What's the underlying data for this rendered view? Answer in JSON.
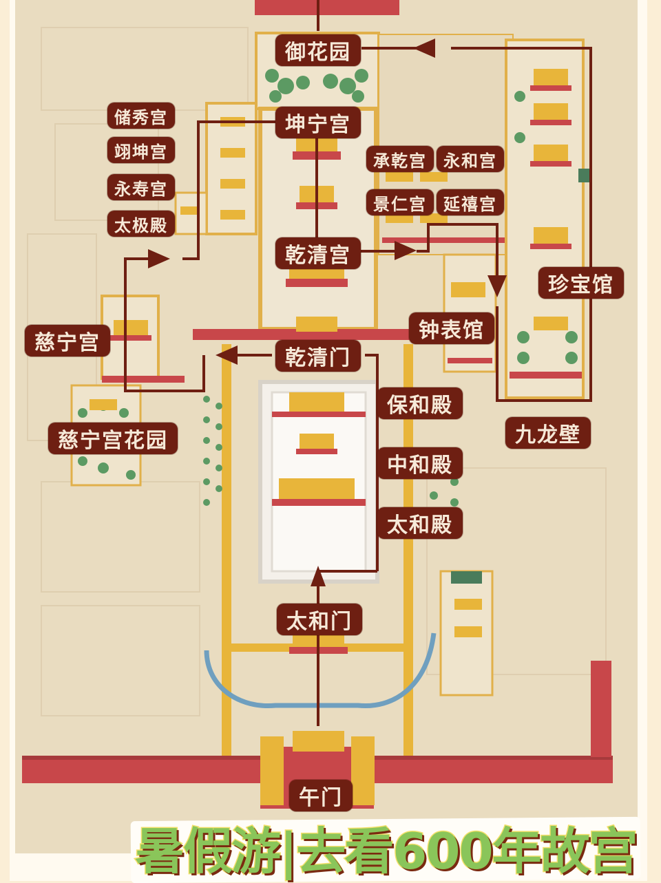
{
  "map": {
    "title": "暑假游|去看600年故宫",
    "colors": {
      "background": "#e9dcc0",
      "label_bg": "#6e1f12",
      "label_text": "#f6e9d8",
      "route": "#6e1f12",
      "wall_red": "#c8474a",
      "roof_yellow": "#e8b53a",
      "tree_green": "#5c9a63",
      "water_blue": "#6f9fbf",
      "banner_green": "#8ac55a"
    },
    "route_labels": [
      {
        "id": "yuhuayuan",
        "text": "御花园"
      },
      {
        "id": "kunninggong",
        "text": "坤宁宫"
      },
      {
        "id": "qianqinggong",
        "text": "乾清宫"
      },
      {
        "id": "qianqingmen",
        "text": "乾清门"
      },
      {
        "id": "baohedian",
        "text": "保和殿"
      },
      {
        "id": "zhonghedian",
        "text": "中和殿"
      },
      {
        "id": "taihedian",
        "text": "太和殿"
      },
      {
        "id": "taihemen",
        "text": "太和门"
      },
      {
        "id": "wumen",
        "text": "午门"
      },
      {
        "id": "cininggong",
        "text": "慈宁宫"
      },
      {
        "id": "cininggong_huayuan",
        "text": "慈宁宫花园"
      },
      {
        "id": "zhongbiaoguan",
        "text": "钟表馆"
      },
      {
        "id": "zhenbaoguan",
        "text": "珍宝馆"
      },
      {
        "id": "jiulongbi",
        "text": "九龙壁"
      }
    ],
    "west_palaces": [
      {
        "text": "储秀宫"
      },
      {
        "text": "翊坤宫"
      },
      {
        "text": "永寿宫"
      },
      {
        "text": "太极殿"
      }
    ],
    "east_palaces": [
      {
        "text": "承乾宫"
      },
      {
        "text": "永和宫"
      },
      {
        "text": "景仁宫"
      },
      {
        "text": "延禧宫"
      }
    ],
    "icons": [
      "arrow-up-icon",
      "arrow-right-icon",
      "arrow-left-icon",
      "arrow-down-icon"
    ]
  }
}
